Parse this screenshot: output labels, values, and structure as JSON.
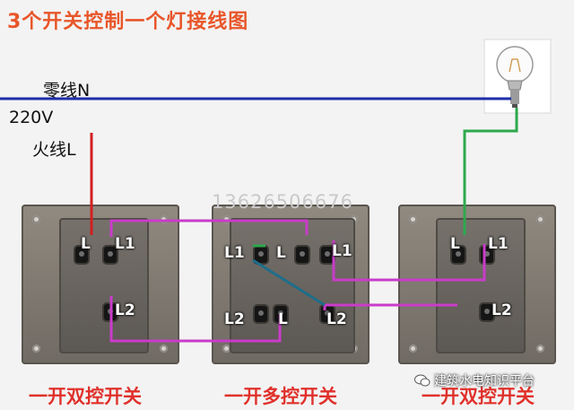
{
  "title": "3个开关控制一个灯接线图",
  "labels": {
    "neutral": "零线N",
    "voltage": "220V",
    "live": "火线L"
  },
  "watermark": "13626506676",
  "switches": [
    {
      "caption": "一开双控开关",
      "terminals": [
        "L",
        "L1",
        "L2"
      ]
    },
    {
      "caption": "一开多控开关",
      "terminals": [
        "L1",
        "L",
        "L1",
        "L2",
        "L",
        "L2"
      ]
    },
    {
      "caption": "一开双控开关",
      "terminals": [
        "L",
        "L1",
        "L2"
      ]
    }
  ],
  "brand": "建筑水电知识平台",
  "colors": {
    "title": "#e8562a",
    "neutral_wire": "#1d2ea8",
    "live_wire": "#d21f1f",
    "traveler_wire": "#c93cc9",
    "lamp_wire": "#2ea84d",
    "caption": "#e0302a"
  }
}
